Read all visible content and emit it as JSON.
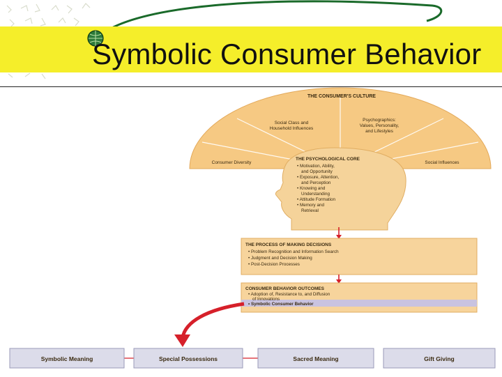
{
  "slide": {
    "title": "Symbolic Consumer Behavior"
  },
  "culture_arch": {
    "heading": "THE CONSUMER'S CULTURE",
    "sections": [
      {
        "line1": "Social Class and",
        "line2": "Household Influences"
      },
      {
        "line1": "Psychographics:",
        "line2": "Values, Personality,",
        "line3": "and Lifestyles"
      },
      {
        "line1": "Consumer Diversity"
      },
      {
        "line1": "Social Influences"
      }
    ]
  },
  "psych_core": {
    "heading": "THE PSYCHOLOGICAL CORE",
    "items": [
      "• Motivation, Ability,",
      "and Opportunity",
      "• Exposure, Attention,",
      "and Perception",
      "• Knowing and",
      "Understanding",
      "• Attitude Formation",
      "• Memory and",
      "Retrieval"
    ]
  },
  "decisions": {
    "heading": "THE PROCESS OF MAKING DECISIONS",
    "items": [
      "• Problem Recognition and Information Search",
      "• Judgment and Decision Making",
      "• Post-Decision Processes"
    ]
  },
  "outcomes": {
    "heading": "CONSUMER BEHAVIOR OUTCOMES",
    "items": [
      "• Adoption of, Resistance to, and Diffusion",
      "of Innovations",
      "• Symbolic Consumer Behavior"
    ]
  },
  "bottom_row": {
    "boxes": [
      "Symbolic Meaning",
      "Special Possessions",
      "Sacred Meaning",
      "Gift Giving"
    ]
  },
  "colors": {
    "title_band": "#f5ee2a",
    "arch": "#f6c983",
    "box": "#f7d49c",
    "highlight": "#c9c3e0",
    "arrow": "#d6202a",
    "bottom_box": "#dcdcea"
  }
}
